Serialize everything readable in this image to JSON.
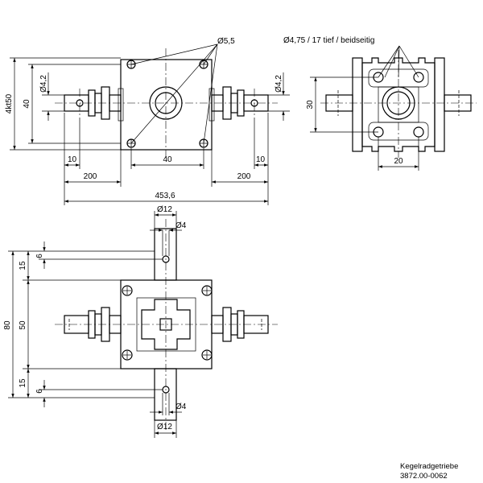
{
  "labels": {
    "hole_d55": "Ø5,5",
    "hole_d475": "Ø4,75 / 17 tief / beidseitig",
    "shaft_d42": "Ø4,2",
    "height_4kt50": "4kt50",
    "d40": "40",
    "d10": "10",
    "d200": "200",
    "d453_6": "453,6",
    "d30": "30",
    "d20": "20",
    "d12": "Ø12",
    "d4": "Ø4",
    "d15": "15",
    "d6": "6",
    "d80": "80",
    "d50": "50"
  },
  "title_block": {
    "name": "Kegelradgetriebe",
    "number": "3872.00-0062"
  }
}
